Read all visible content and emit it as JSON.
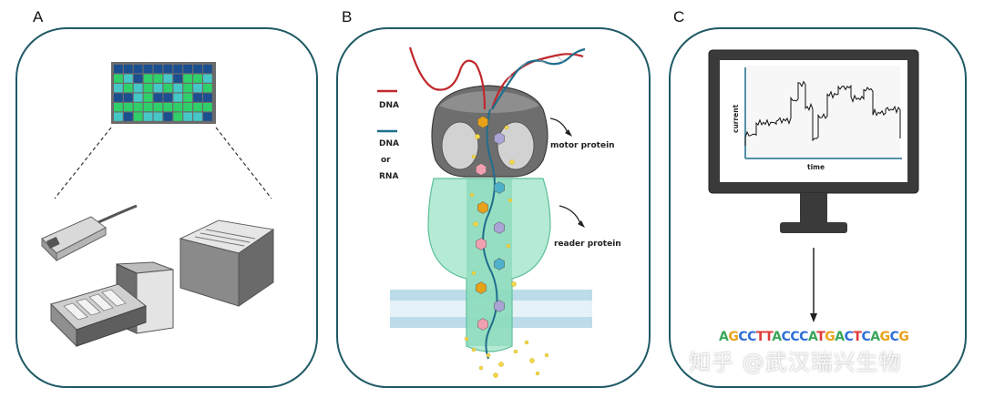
{
  "panels": [
    {
      "letter": "A"
    },
    {
      "letter": "B",
      "labels": {
        "dna": "DNA",
        "dna_or_rna_1": "DNA",
        "dna_or_rna_2": "or",
        "dna_or_rna_3": "RNA",
        "motor": "motor protein",
        "reader": "reader protein"
      }
    },
    {
      "letter": "C",
      "plot": {
        "ylabel": "current",
        "xlabel": "time"
      },
      "sequence": "AGCCTTACCCATGACTCAGCG"
    }
  ],
  "base_colors": {
    "A": "#3aa65a",
    "C": "#2f6fd8",
    "G": "#e8a21a",
    "T": "#e03b3b"
  },
  "colors": {
    "frame": "#1f5a66",
    "dna": "#c0282d",
    "rna": "#1f6e8c",
    "pore": "#9fe0c6",
    "membrane": "#cfe7f2"
  },
  "watermark": "知乎 @武汉瑞兴生物"
}
